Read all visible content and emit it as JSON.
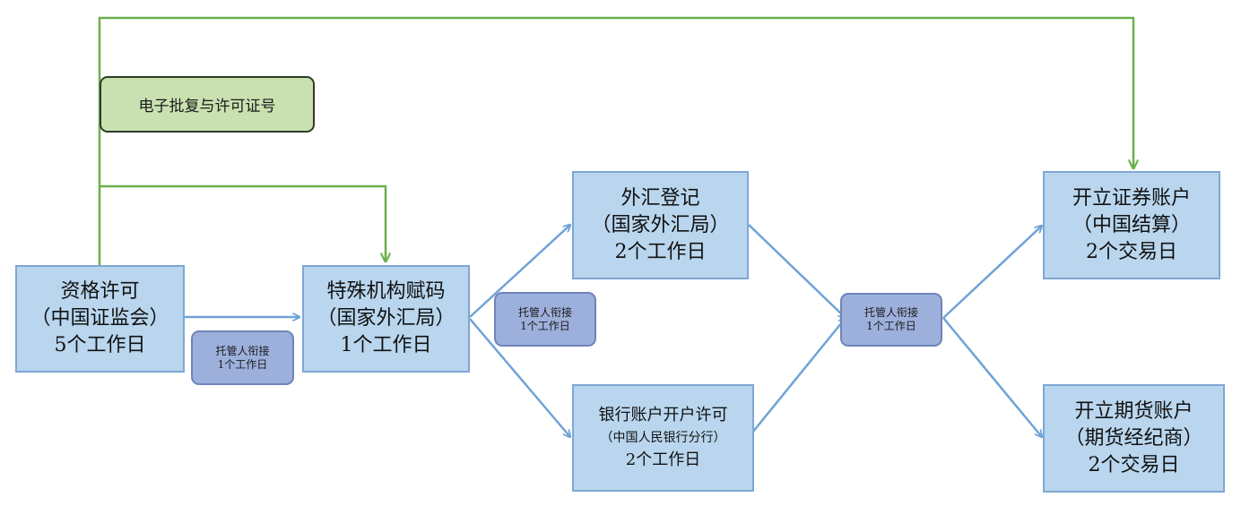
{
  "colors": {
    "box_fill": "#b9d6ee",
    "box_border": "#7fa7d4",
    "handover_fill": "#9db0dc",
    "approval_fill": "#c9e1b0",
    "blue_arrow": "#6fa3d6",
    "green_arrow": "#6ab04c"
  },
  "nodes": {
    "qualification": {
      "line1": "资格许可",
      "line2": "（中国证监会）",
      "line3": "5个工作日"
    },
    "special_code": {
      "line1": "特殊机构赋码",
      "line2": "（国家外汇局）",
      "line3": "1个工作日"
    },
    "fx_registration": {
      "line1": "外汇登记",
      "line2": "（国家外汇局）",
      "line3": "2个工作日"
    },
    "bank_account": {
      "line1": "银行账户开户许可",
      "line2": "（中国人民银行分行）",
      "line3": "2个工作日"
    },
    "securities_account": {
      "line1": "开立证券账户",
      "line2": "（中国结算）",
      "line3": "2个交易日"
    },
    "futures_account": {
      "line1": "开立期货账户",
      "line2": "（期货经纪商）",
      "line3": "2个交易日"
    }
  },
  "handovers": [
    {
      "line1": "托管人衔接",
      "line2": "1个工作日"
    },
    {
      "line1": "托管人衔接",
      "line2": "1个工作日"
    },
    {
      "line1": "托管人衔接",
      "line2": "1个工作日"
    }
  ],
  "approval": {
    "label": "电子批复与许可证号"
  }
}
